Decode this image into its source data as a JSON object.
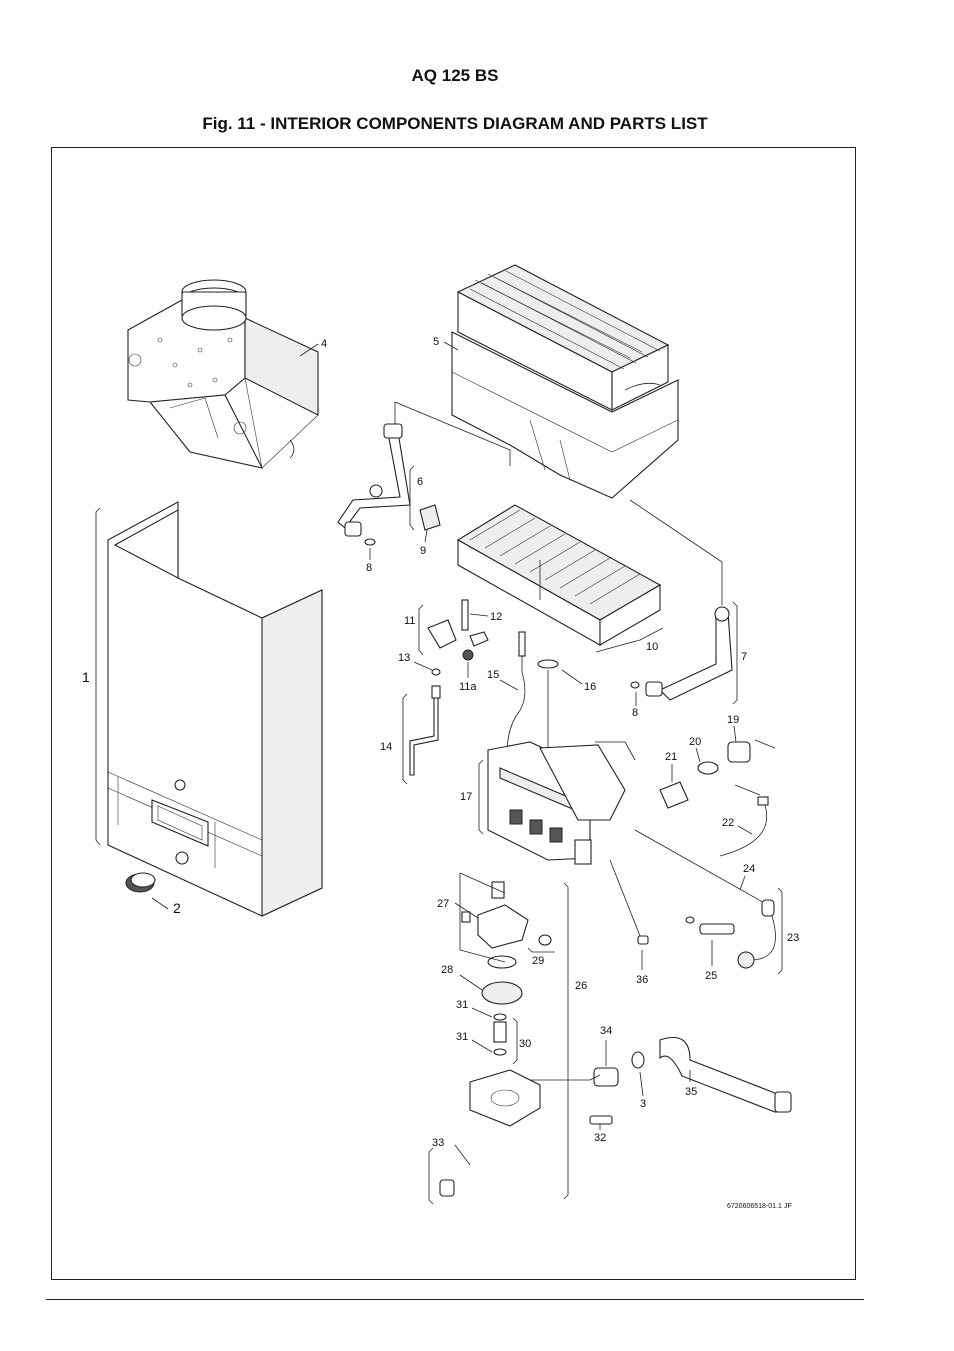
{
  "header": {
    "model": "AQ 125 BS",
    "figure_title": "Fig. 11 - INTERIOR COMPONENTS DIAGRAM AND PARTS LIST"
  },
  "diagram": {
    "callouts": {
      "c1": "1",
      "c2": "2",
      "c3": "3",
      "c4": "4",
      "c5": "5",
      "c6": "6",
      "c7": "7",
      "c8a": "8",
      "c8b": "8",
      "c9": "9",
      "c10": "10",
      "c11": "11",
      "c11a": "11a",
      "c12": "12",
      "c13": "13",
      "c14": "14",
      "c15": "15",
      "c16": "16",
      "c17": "17",
      "c19": "19",
      "c20": "20",
      "c21": "21",
      "c22": "22",
      "c23": "23",
      "c24": "24",
      "c25": "25",
      "c26": "26",
      "c27": "27",
      "c28": "28",
      "c29": "29",
      "c30": "30",
      "c31a": "31",
      "c31b": "31",
      "c32": "32",
      "c33": "33",
      "c34": "34",
      "c35": "35",
      "c36": "36"
    },
    "drawing_reference": "6720606518-01.1 JF"
  }
}
